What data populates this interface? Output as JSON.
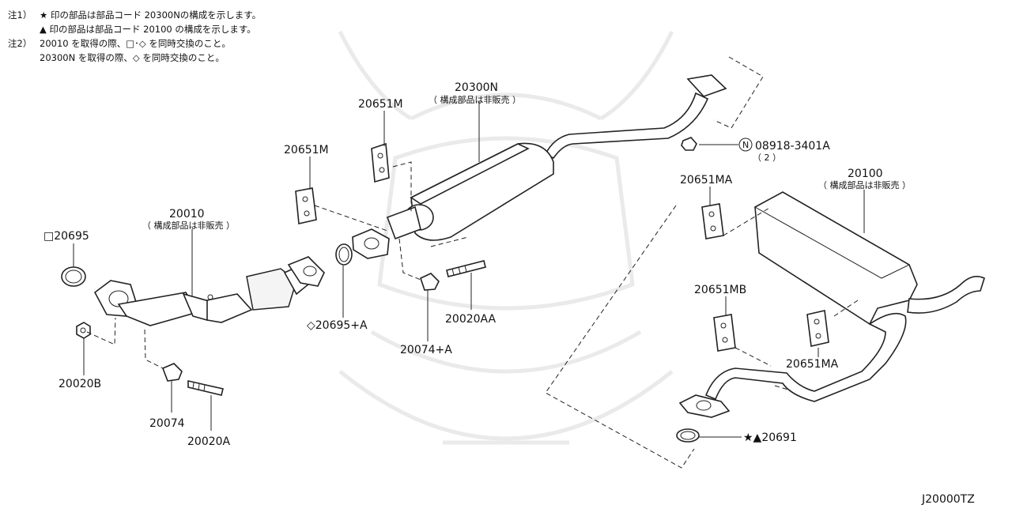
{
  "notes": [
    {
      "tag": "注1）",
      "text": "★ 印の部品は部品コード 20300Nの構成を示します。"
    },
    {
      "tag": "",
      "text": "▲ 印の部品は部品コード 20100 の構成を示します。"
    },
    {
      "tag": "注2）",
      "text": "20010 を取得の際、□･◇ を同時交換のこと。"
    },
    {
      "tag": "",
      "text": "20300N を取得の際、◇ を同時交換のこと。"
    }
  ],
  "sub_note": "（ 構成部品は非販売 ）",
  "labels": {
    "p20300N": "20300N",
    "p20651M_a": "20651M",
    "p20651M_b": "20651M",
    "p08918": "08918-3401A",
    "p08918_qty": "（ 2 ）",
    "p08918_mark": "N",
    "p20651MA_a": "20651MA",
    "p20100": "20100",
    "p20010": "20010",
    "p20695": "□20695",
    "p20695A": "◇20695+A",
    "p20020AA": "20020AA",
    "p20074A": "20074+A",
    "p20651MB": "20651MB",
    "p20651MA_b": "20651MA",
    "p20020B": "20020B",
    "p20074": "20074",
    "p20020A": "20020A",
    "p20691": "★▲20691"
  },
  "diagram_code": "J20000TZ"
}
